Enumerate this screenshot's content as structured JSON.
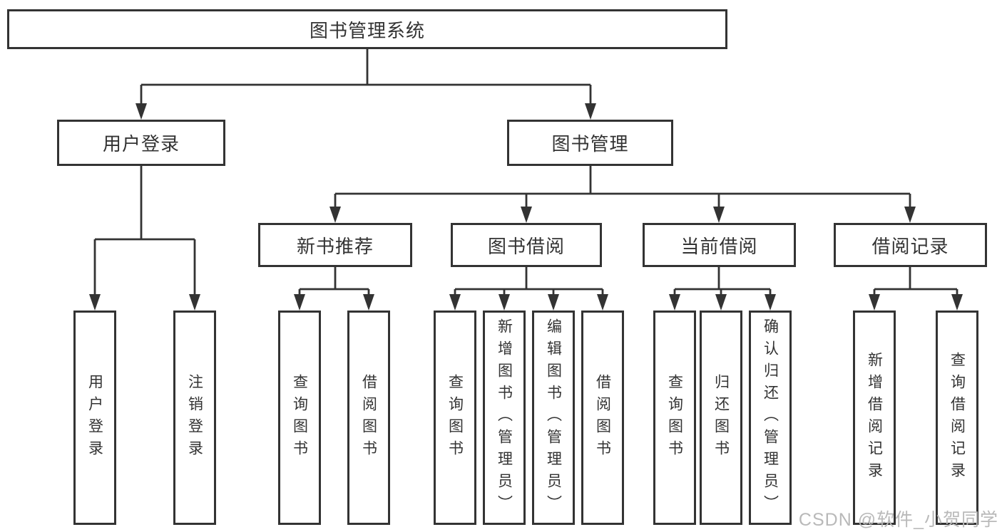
{
  "diagram_type": "tree",
  "colors": {
    "line": "#333333",
    "box_border": "#333333",
    "box_background": "#ffffff",
    "text": "#333333",
    "watermark_text": "#b9b9b9"
  },
  "tree": {
    "label": "图书管理系统",
    "children": [
      {
        "label": "用户登录",
        "children": [
          {
            "label": "用户登录"
          },
          {
            "label": "注销登录"
          }
        ]
      },
      {
        "label": "图书管理",
        "children": [
          {
            "label": "新书推荐",
            "children": [
              {
                "label": "查询图书"
              },
              {
                "label": "借阅图书"
              }
            ]
          },
          {
            "label": "图书借阅",
            "children": [
              {
                "label": "查询图书"
              },
              {
                "label": "新增图书（管理员）"
              },
              {
                "label": "编辑图书（管理员）"
              },
              {
                "label": "借阅图书"
              }
            ]
          },
          {
            "label": "当前借阅",
            "children": [
              {
                "label": "查询图书"
              },
              {
                "label": "归还图书"
              },
              {
                "label": "确认归还（管理员）"
              }
            ]
          },
          {
            "label": "借阅记录",
            "children": [
              {
                "label": "新增借阅记录"
              },
              {
                "label": "查询借阅记录"
              }
            ]
          }
        ]
      }
    ]
  },
  "watermark": {
    "text": "CSDN @软件_小贺同学"
  }
}
